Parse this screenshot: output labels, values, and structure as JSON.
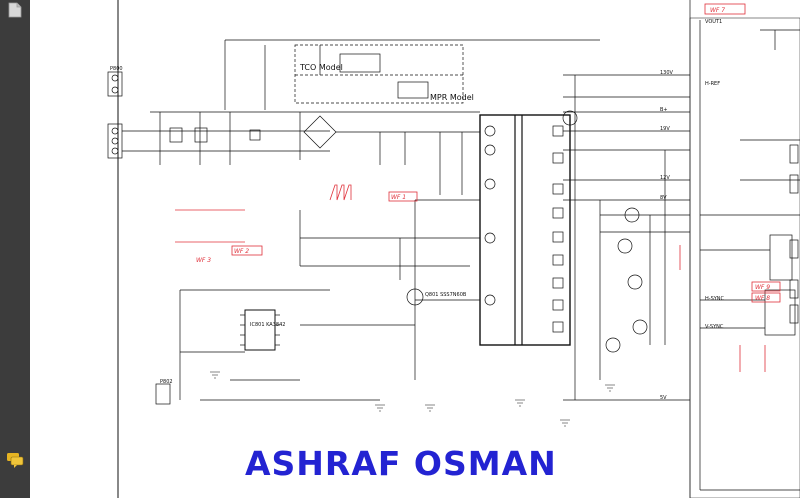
{
  "viewer": {
    "sidebar_icons": [
      "bookmark-icon",
      "comment-icon"
    ]
  },
  "schematic": {
    "signature": "ASHRAF OSMAN",
    "box_labels": [
      "TCO Model",
      "MPR Model"
    ],
    "connectors": [
      "P800",
      "P802"
    ],
    "chips": [
      "IC801 KA3842",
      "Q801 SSS7N60B"
    ],
    "rails": [
      "130V",
      "19V",
      "12V",
      "8V",
      "5V",
      "B+"
    ],
    "outputs": [
      "VOUT1",
      "H-REF",
      "H-SYNC",
      "V-SYNC"
    ],
    "waveforms": [
      "WF 1",
      "WF 2",
      "WF 3",
      "WF 7",
      "WF 8",
      "WF 9"
    ]
  },
  "colors": {
    "watermark": "#2323d2",
    "annotation": "#e0303a",
    "sidebar": "#3c3c3c",
    "line": "#111111"
  }
}
